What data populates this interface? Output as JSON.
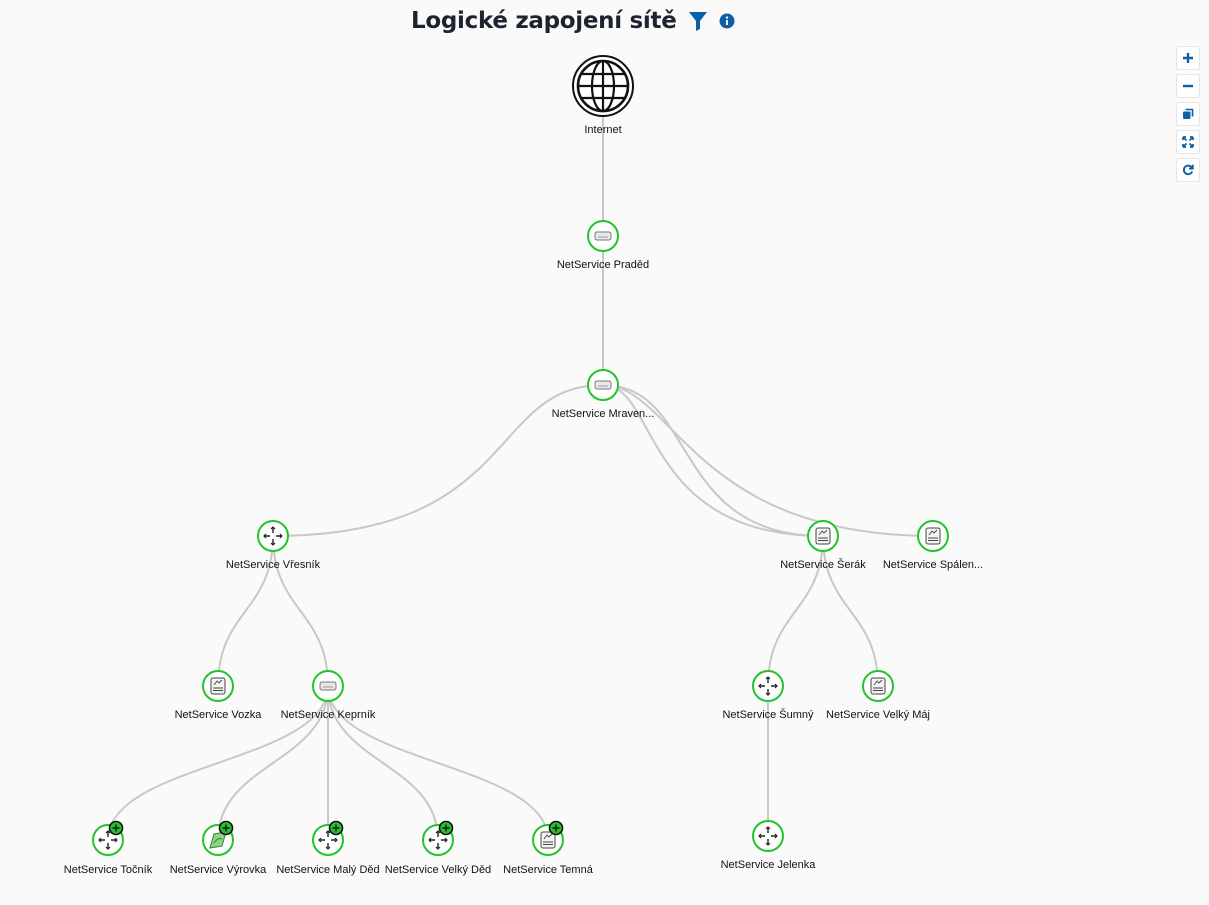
{
  "header": {
    "title": "Logické zapojení sítě",
    "filter_icon": "filter-icon",
    "info_icon": "info-icon",
    "accent_color": "#0d5fa6"
  },
  "zoom_controls": [
    {
      "name": "zoom-in-button",
      "icon": "plus-icon"
    },
    {
      "name": "zoom-out-button",
      "icon": "minus-icon"
    },
    {
      "name": "copy-button",
      "icon": "copy-icon"
    },
    {
      "name": "fit-button",
      "icon": "fit-expand-icon"
    },
    {
      "name": "refresh-button",
      "icon": "refresh-icon"
    }
  ],
  "colors": {
    "node_border": "#22c32c",
    "edge": "#c8c8c8",
    "badge": "#22c32c",
    "badge_border": "#111111"
  },
  "graph": {
    "nodes": [
      {
        "id": "internet",
        "label": "Internet",
        "icon": "globe-icon"
      },
      {
        "id": "praded",
        "label": "NetService Praděd",
        "icon": "router-icon"
      },
      {
        "id": "mraven",
        "label": "NetService Mraven...",
        "icon": "router-icon"
      },
      {
        "id": "vresnik",
        "label": "NetService Vřesník",
        "icon": "switch-icon"
      },
      {
        "id": "serak",
        "label": "NetService Šerák",
        "icon": "server-icon"
      },
      {
        "id": "spalen",
        "label": "NetService Spálen...",
        "icon": "server-icon"
      },
      {
        "id": "vozka",
        "label": "NetService Vozka",
        "icon": "server-icon"
      },
      {
        "id": "keprnik",
        "label": "NetService Keprník",
        "icon": "router-icon"
      },
      {
        "id": "sumny",
        "label": "NetService Šumný",
        "icon": "switch-icon"
      },
      {
        "id": "velkymaj",
        "label": "NetService Velký Máj",
        "icon": "server-icon"
      },
      {
        "id": "jelenka",
        "label": "NetService Jelenka",
        "icon": "switch-icon"
      },
      {
        "id": "tocnik",
        "label": "NetService Točník",
        "icon": "switch-icon",
        "badge": true
      },
      {
        "id": "vyrovka",
        "label": "NetService Výrovka",
        "icon": "wireless-icon",
        "badge": true
      },
      {
        "id": "malyded",
        "label": "NetService Malý Děd",
        "icon": "switch-icon",
        "badge": true
      },
      {
        "id": "velkyded",
        "label": "NetService Velký Děd",
        "icon": "switch-icon",
        "badge": true
      },
      {
        "id": "temna",
        "label": "NetService Temná",
        "icon": "server-icon",
        "badge": true
      }
    ],
    "edges": [
      [
        "internet",
        "praded"
      ],
      [
        "praded",
        "mraven"
      ],
      [
        "mraven",
        "vresnik"
      ],
      [
        "mraven",
        "serak"
      ],
      [
        "mraven",
        "serak"
      ],
      [
        "mraven",
        "spalen"
      ],
      [
        "vresnik",
        "vozka"
      ],
      [
        "vresnik",
        "keprnik"
      ],
      [
        "keprnik",
        "tocnik"
      ],
      [
        "keprnik",
        "vyrovka"
      ],
      [
        "keprnik",
        "malyded"
      ],
      [
        "keprnik",
        "velkyded"
      ],
      [
        "keprnik",
        "temna"
      ],
      [
        "serak",
        "sumny"
      ],
      [
        "serak",
        "velkymaj"
      ],
      [
        "sumny",
        "jelenka"
      ]
    ]
  }
}
